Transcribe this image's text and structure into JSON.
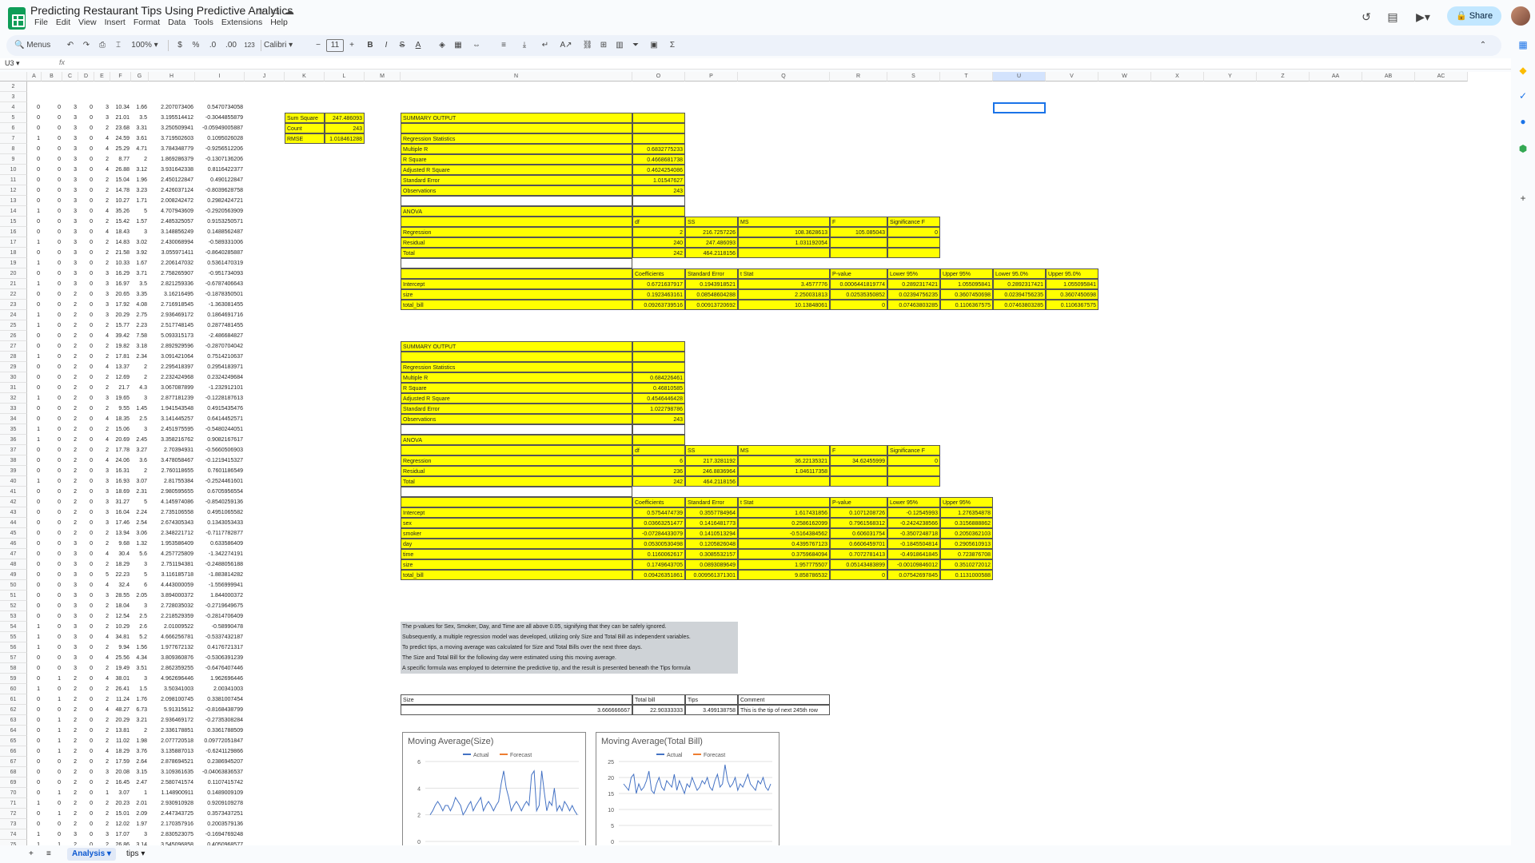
{
  "app": {
    "title": "Predicting Restaurant Tips Using Predictive Analytics",
    "share_label": "Share"
  },
  "menus": [
    "File",
    "Edit",
    "View",
    "Insert",
    "Format",
    "Data",
    "Tools",
    "Extensions",
    "Help"
  ],
  "toolbar": {
    "search_label": "Menus",
    "zoom": "100%",
    "currency": "$",
    "percent": "%",
    "dec_less": ".0",
    "dec_more": ".00",
    "format_123": "123",
    "font": "Calibri",
    "font_size": "11"
  },
  "formula_bar": {
    "cell_ref": "U3",
    "fx": "fx"
  },
  "columns": [
    "A",
    "B",
    "C",
    "D",
    "E",
    "F",
    "G",
    "H",
    "I",
    "J",
    "K",
    "L",
    "M",
    "N",
    "O",
    "P",
    "Q",
    "R",
    "S",
    "T",
    "U",
    "V",
    "W",
    "X",
    "Y",
    "Z",
    "AA",
    "AB",
    "AC"
  ],
  "left_rows": [
    [
      "0",
      "0",
      "3",
      "0",
      "3",
      "10.34",
      "1.66",
      "2.207073406",
      "0.5470734058"
    ],
    [
      "0",
      "0",
      "3",
      "0",
      "3",
      "21.01",
      "3.5",
      "3.195514412",
      "-0.3044855879"
    ],
    [
      "0",
      "0",
      "3",
      "0",
      "2",
      "23.68",
      "3.31",
      "3.250509941",
      "-0.05949005887"
    ],
    [
      "1",
      "0",
      "3",
      "0",
      "4",
      "24.59",
      "3.61",
      "3.719502603",
      "0.1095026028"
    ],
    [
      "0",
      "0",
      "3",
      "0",
      "4",
      "25.29",
      "4.71",
      "3.784348779",
      "-0.9256512206"
    ],
    [
      "0",
      "0",
      "3",
      "0",
      "2",
      "8.77",
      "2",
      "1.869286379",
      "-0.1307136206"
    ],
    [
      "0",
      "0",
      "3",
      "0",
      "4",
      "26.88",
      "3.12",
      "3.931642338",
      "0.8116422377"
    ],
    [
      "0",
      "0",
      "3",
      "0",
      "2",
      "15.04",
      "1.96",
      "2.450122847",
      "0.490122847"
    ],
    [
      "0",
      "0",
      "3",
      "0",
      "2",
      "14.78",
      "3.23",
      "2.426037124",
      "-0.8039628758"
    ],
    [
      "0",
      "0",
      "3",
      "0",
      "2",
      "10.27",
      "1.71",
      "2.008242472",
      "0.2982424721"
    ],
    [
      "1",
      "0",
      "3",
      "0",
      "4",
      "35.26",
      "5",
      "4.707943609",
      "-0.2920563909"
    ],
    [
      "0",
      "0",
      "3",
      "0",
      "2",
      "15.42",
      "1.57",
      "2.485325057",
      "0.9153250571"
    ],
    [
      "0",
      "0",
      "3",
      "0",
      "4",
      "18.43",
      "3",
      "3.148856249",
      "0.1488562487"
    ],
    [
      "1",
      "0",
      "3",
      "0",
      "2",
      "14.83",
      "3.02",
      "2.430068994",
      "-0.589331006"
    ],
    [
      "0",
      "0",
      "3",
      "0",
      "2",
      "21.58",
      "3.92",
      "3.055971411",
      "-0.8640285887"
    ],
    [
      "1",
      "0",
      "3",
      "0",
      "2",
      "10.33",
      "1.67",
      "2.206147032",
      "0.5361470319"
    ],
    [
      "0",
      "0",
      "3",
      "0",
      "3",
      "16.29",
      "3.71",
      "2.758265907",
      "-0.951734093"
    ],
    [
      "1",
      "0",
      "3",
      "0",
      "3",
      "16.97",
      "3.5",
      "2.821259336",
      "-0.6787406643"
    ],
    [
      "0",
      "0",
      "2",
      "0",
      "3",
      "20.65",
      "3.35",
      "3.16216495",
      "-0.1878350501"
    ],
    [
      "0",
      "0",
      "2",
      "0",
      "3",
      "17.92",
      "4.08",
      "2.716918545",
      "-1.363081455"
    ],
    [
      "1",
      "0",
      "2",
      "0",
      "3",
      "20.29",
      "2.75",
      "2.936469172",
      "0.1864691716"
    ],
    [
      "1",
      "0",
      "2",
      "0",
      "2",
      "15.77",
      "2.23",
      "2.517748145",
      "0.2877481455"
    ],
    [
      "0",
      "0",
      "2",
      "0",
      "4",
      "39.42",
      "7.58",
      "5.093315173",
      "-2.486684827"
    ],
    [
      "0",
      "0",
      "2",
      "0",
      "2",
      "19.82",
      "3.18",
      "2.892929596",
      "-0.2870704042"
    ],
    [
      "1",
      "0",
      "2",
      "0",
      "2",
      "17.81",
      "2.34",
      "3.091421064",
      "0.7514210637"
    ],
    [
      "0",
      "0",
      "2",
      "0",
      "4",
      "13.37",
      "2",
      "2.295418397",
      "0.2954183971"
    ],
    [
      "0",
      "0",
      "2",
      "0",
      "2",
      "12.69",
      "2",
      "2.232424968",
      "0.2324249684"
    ],
    [
      "0",
      "0",
      "2",
      "0",
      "2",
      "21.7",
      "4.3",
      "3.067087899",
      "-1.232912101"
    ],
    [
      "1",
      "0",
      "2",
      "0",
      "3",
      "19.65",
      "3",
      "2.877181239",
      "-0.1228187613"
    ],
    [
      "0",
      "0",
      "2",
      "0",
      "2",
      "9.55",
      "1.45",
      "1.941543548",
      "0.4915435476"
    ],
    [
      "0",
      "0",
      "2",
      "0",
      "4",
      "18.35",
      "2.5",
      "3.141445257",
      "0.6414452571"
    ],
    [
      "1",
      "0",
      "2",
      "0",
      "2",
      "15.06",
      "3",
      "2.451975595",
      "-0.5480244051"
    ],
    [
      "1",
      "0",
      "2",
      "0",
      "4",
      "20.69",
      "2.45",
      "3.358216762",
      "0.9082167617"
    ],
    [
      "0",
      "0",
      "2",
      "0",
      "2",
      "17.78",
      "3.27",
      "2.70394931",
      "-0.5660506903"
    ],
    [
      "0",
      "0",
      "2",
      "0",
      "4",
      "24.06",
      "3.6",
      "3.478058467",
      "-0.1219415327"
    ],
    [
      "0",
      "0",
      "2",
      "0",
      "3",
      "16.31",
      "2",
      "2.760118655",
      "0.7601186549"
    ],
    [
      "1",
      "0",
      "2",
      "0",
      "3",
      "16.93",
      "3.07",
      "2.81755384",
      "-0.2524461601"
    ],
    [
      "0",
      "0",
      "2",
      "0",
      "3",
      "18.69",
      "2.31",
      "2.980595655",
      "0.6705956554"
    ],
    [
      "0",
      "0",
      "2",
      "0",
      "3",
      "31.27",
      "5",
      "4.145974086",
      "-0.8540259136"
    ],
    [
      "0",
      "0",
      "2",
      "0",
      "3",
      "16.04",
      "2.24",
      "2.735106558",
      "0.4951065582"
    ],
    [
      "0",
      "0",
      "2",
      "0",
      "3",
      "17.46",
      "2.54",
      "2.674305343",
      "0.1343053433"
    ],
    [
      "0",
      "0",
      "2",
      "0",
      "2",
      "13.94",
      "3.06",
      "2.348221712",
      "-0.7117782877"
    ],
    [
      "0",
      "0",
      "3",
      "0",
      "2",
      "9.68",
      "1.32",
      "1.953586409",
      "0.633586409"
    ],
    [
      "0",
      "0",
      "3",
      "0",
      "4",
      "30.4",
      "5.6",
      "4.257725809",
      "-1.342274191"
    ],
    [
      "0",
      "0",
      "3",
      "0",
      "2",
      "18.29",
      "3",
      "2.751194381",
      "-0.2488056188"
    ],
    [
      "0",
      "0",
      "3",
      "0",
      "5",
      "22.23",
      "5",
      "3.116185718",
      "-1.883814282"
    ],
    [
      "0",
      "0",
      "3",
      "0",
      "4",
      "32.4",
      "6",
      "4.443000059",
      "-1.556999941"
    ],
    [
      "0",
      "0",
      "3",
      "0",
      "3",
      "28.55",
      "2.05",
      "3.894000372",
      "1.844000372"
    ],
    [
      "0",
      "0",
      "3",
      "0",
      "2",
      "18.04",
      "3",
      "2.728035032",
      "-0.2719649675"
    ],
    [
      "0",
      "0",
      "3",
      "0",
      "2",
      "12.54",
      "2.5",
      "2.218529359",
      "-0.2814706409"
    ],
    [
      "1",
      "0",
      "3",
      "0",
      "2",
      "10.29",
      "2.6",
      "2.01009522",
      "-0.58990478"
    ],
    [
      "1",
      "0",
      "3",
      "0",
      "4",
      "34.81",
      "5.2",
      "4.666256781",
      "-0.5337432187"
    ],
    [
      "1",
      "0",
      "3",
      "0",
      "2",
      "9.94",
      "1.56",
      "1.977672132",
      "0.4176721317"
    ],
    [
      "0",
      "0",
      "3",
      "0",
      "4",
      "25.56",
      "4.34",
      "3.809360876",
      "-0.5306391239"
    ],
    [
      "0",
      "0",
      "3",
      "0",
      "2",
      "19.49",
      "3.51",
      "2.862359255",
      "-0.6476407446"
    ],
    [
      "0",
      "1",
      "2",
      "0",
      "4",
      "38.01",
      "3",
      "4.962696446",
      "1.962696446"
    ],
    [
      "1",
      "0",
      "2",
      "0",
      "2",
      "26.41",
      "1.5",
      "3.50341003",
      "2.00341003"
    ],
    [
      "0",
      "1",
      "2",
      "0",
      "2",
      "11.24",
      "1.76",
      "2.098100745",
      "0.3381007454"
    ],
    [
      "0",
      "0",
      "2",
      "0",
      "4",
      "48.27",
      "6.73",
      "5.91315612",
      "-0.8168438799"
    ],
    [
      "0",
      "1",
      "2",
      "0",
      "2",
      "20.29",
      "3.21",
      "2.936469172",
      "-0.2735308284"
    ],
    [
      "0",
      "1",
      "2",
      "0",
      "2",
      "13.81",
      "2",
      "2.336178851",
      "0.3361788509"
    ],
    [
      "0",
      "1",
      "2",
      "0",
      "2",
      "11.02",
      "1.98",
      "2.077720518",
      "0.09772051847"
    ],
    [
      "0",
      "1",
      "2",
      "0",
      "4",
      "18.29",
      "3.76",
      "3.135887013",
      "-0.6241129866"
    ],
    [
      "0",
      "0",
      "2",
      "0",
      "2",
      "17.59",
      "2.64",
      "2.878694521",
      "0.2386945207"
    ],
    [
      "0",
      "0",
      "2",
      "0",
      "3",
      "20.08",
      "3.15",
      "3.109361635",
      "-0.04063836537"
    ],
    [
      "0",
      "0",
      "2",
      "0",
      "2",
      "16.45",
      "2.47",
      "2.580741574",
      "0.1107415742"
    ],
    [
      "0",
      "1",
      "2",
      "0",
      "1",
      "3.07",
      "1",
      "1.148900911",
      "0.1489009109"
    ],
    [
      "1",
      "0",
      "2",
      "0",
      "2",
      "20.23",
      "2.01",
      "2.930910928",
      "0.9209109278"
    ],
    [
      "0",
      "1",
      "2",
      "0",
      "2",
      "15.01",
      "2.09",
      "2.447343725",
      "0.3573437251"
    ],
    [
      "0",
      "0",
      "2",
      "0",
      "2",
      "12.02",
      "1.97",
      "2.170357916",
      "0.2003579136"
    ],
    [
      "1",
      "0",
      "3",
      "0",
      "3",
      "17.07",
      "3",
      "2.830523075",
      "-0.1694769248"
    ],
    [
      "1",
      "1",
      "2",
      "0",
      "2",
      "26.86",
      "3.14",
      "3.545096858",
      "0.4050968577"
    ]
  ],
  "stats": {
    "labels": [
      "Sum Square",
      "Count",
      "RMSE"
    ],
    "values": [
      "247.486093",
      "243",
      "1.018461288"
    ]
  },
  "model1": {
    "summary": "SUMMARY OUTPUT",
    "reg_stats_title": "Regression Statistics",
    "reg_stats": [
      [
        "Multiple R",
        "0.6832775233"
      ],
      [
        "R Square",
        "0.4668681738"
      ],
      [
        "Adjusted R Square",
        "0.4624254086"
      ],
      [
        "Standard Error",
        "1.01547627"
      ],
      [
        "Observations",
        "243"
      ]
    ],
    "anova_title": "ANOVA",
    "anova_header": [
      "df",
      "SS",
      "MS",
      "F",
      "Significance F"
    ],
    "anova": [
      [
        "Regression",
        "2",
        "216.7257226",
        "108.3628613",
        "105.085043",
        "0"
      ],
      [
        "Residual",
        "240",
        "247.486093",
        "1.031192054",
        "",
        ""
      ],
      [
        "Total",
        "242",
        "464.2118156",
        "",
        "",
        ""
      ]
    ],
    "coef_header": [
      "Coefficients",
      "Standard Error",
      "t Stat",
      "P-value",
      "Lower 95%",
      "Upper 95%",
      "Lower 95.0%",
      "Upper 95.0%"
    ],
    "coef": [
      [
        "Intercept",
        "0.6721637917",
        "0.1943918521",
        "3.4577776",
        "0.0006441819774",
        "0.2892317421",
        "1.055095841",
        "0.2892317421",
        "1.055095841"
      ],
      [
        "size",
        "0.1923463161",
        "0.08548604288",
        "2.250031813",
        "0.02535350852",
        "0.02394756235",
        "0.3607450698",
        "0.02394756235",
        "0.3607450698"
      ],
      [
        "total_bill",
        "0.09263739516",
        "0.00913720692",
        "10.13848061",
        "0",
        "0.07463803285",
        "0.1106367575",
        "0.07463803285",
        "0.1106367575"
      ]
    ]
  },
  "model2": {
    "summary": "SUMMARY OUTPUT",
    "reg_stats_title": "Regression Statistics",
    "reg_stats": [
      [
        "Multiple R",
        "0.684226461"
      ],
      [
        "R Square",
        "0.46810585"
      ],
      [
        "Adjusted R Square",
        "0.4546446428"
      ],
      [
        "Standard Error",
        "1.022798786"
      ],
      [
        "Observations",
        "243"
      ]
    ],
    "anova_title": "ANOVA",
    "anova_header": [
      "df",
      "SS",
      "MS",
      "F",
      "Significance F"
    ],
    "anova": [
      [
        "Regression",
        "6",
        "217.3281192",
        "36.22135321",
        "34.62455999",
        "0"
      ],
      [
        "Residual",
        "236",
        "246.8836964",
        "1.046117358",
        "",
        ""
      ],
      [
        "Total",
        "242",
        "464.2118156",
        "",
        "",
        ""
      ]
    ],
    "coef_header": [
      "Coefficients",
      "Standard Error",
      "t Stat",
      "P-value",
      "Lower 95%",
      "Upper 95%"
    ],
    "coef": [
      [
        "Intercept",
        "0.5754474739",
        "0.3557784964",
        "1.617431856",
        "0.1071208726",
        "-0.12545993",
        "1.276354878"
      ],
      [
        "sex",
        "0.03663251477",
        "0.1416481773",
        "0.2586162099",
        "0.7961568312",
        "-0.2424238566",
        "0.3156888862"
      ],
      [
        "smoker",
        "-0.07284433079",
        "0.1410513294",
        "-0.5164384562",
        "0.606031754",
        "-0.3507248718",
        "0.2050362103"
      ],
      [
        "day",
        "0.05300530498",
        "0.1205826048",
        "0.4395767123",
        "0.6606459701",
        "-0.1845504814",
        "0.2905610913"
      ],
      [
        "time",
        "0.1160062617",
        "0.3085532157",
        "0.3759684094",
        "0.7072781413",
        "-0.4918641845",
        "0.723876708"
      ],
      [
        "size",
        "0.1749643705",
        "0.0893089649",
        "1.957775507",
        "0.05143483899",
        "-0.00109846012",
        "0.3510272012"
      ],
      [
        "total_bill",
        "0.09426351861",
        "0.009561371301",
        "9.858786532",
        "0",
        "0.07542697845",
        "0.1131000588"
      ]
    ]
  },
  "notes": [
    "The p-values for Sex, Smoker, Day, and Time are all above 0.05, signifying that they can be safely ignored.",
    "Subsequently, a multiple regression model was developed, utilizing only Size and Total Bill as independent variables.",
    "To predict tips, a moving average was calculated for Size and Total Bills over the next three days.",
    "The Size and Total Bill for the following day were estimated using this moving average.",
    "A specific formula was employed to determine the predictive tip, and the result is presented beneath the Tips formula"
  ],
  "prediction": {
    "headers": [
      "Size",
      "Total bill",
      "Tips",
      "Comment"
    ],
    "values": [
      "3.666666667",
      "22.90333333",
      "3.499138758",
      "This is the tip of next 245th row"
    ]
  },
  "charts": [
    {
      "title": "Moving Average(Size)",
      "legend": [
        "Actual",
        "Forecast"
      ],
      "y_ticks": [
        "6",
        "4",
        "2",
        "0"
      ],
      "ylim": [
        0,
        6
      ],
      "colors": [
        "#4472c4",
        "#ed7d31"
      ]
    },
    {
      "title": "Moving Average(Total Bill)",
      "legend": [
        "Actual",
        "Forecast"
      ],
      "y_ticks": [
        "25",
        "20",
        "15",
        "10",
        "5",
        "0"
      ],
      "ylim": [
        0,
        25
      ],
      "colors": [
        "#4472c4",
        "#ed7d31"
      ]
    }
  ],
  "chart_data": [
    {
      "type": "line",
      "title": "Moving Average(Size)",
      "series": [
        {
          "name": "Actual",
          "values": [
            2,
            2.3,
            2.7,
            3,
            2.7,
            2.3,
            2.7,
            2.7,
            2.3,
            2.7,
            3.3,
            3,
            2.7,
            2,
            2.3,
            2.7,
            3,
            2.3,
            2.7,
            3,
            3.3,
            2.3,
            2.7,
            3,
            2.7,
            2.3,
            2.7,
            3,
            4.3,
            5.3,
            4,
            3.3,
            2.3,
            2.7,
            3,
            2.7,
            2.3,
            2.7,
            3,
            2.7,
            5,
            5.3,
            2.3,
            2.7,
            5.3,
            3.7,
            2.3,
            3,
            2.7,
            4,
            2.3,
            2.7,
            2.3,
            3,
            2.7,
            2.3,
            2.7,
            2.3,
            2
          ]
        },
        {
          "name": "Forecast",
          "values": []
        }
      ],
      "ylim": [
        0,
        6
      ]
    },
    {
      "type": "line",
      "title": "Moving Average(Total Bill)",
      "series": [
        {
          "name": "Actual",
          "values": [
            18,
            17,
            16,
            20,
            21,
            15,
            18,
            16,
            17,
            19,
            22,
            16,
            15,
            18,
            20,
            17,
            16,
            19,
            18,
            17,
            21,
            16,
            19,
            17,
            15,
            18,
            17,
            20,
            18,
            16,
            17,
            19,
            18,
            20,
            17,
            16,
            19,
            21,
            17,
            18,
            24,
            19,
            17,
            18,
            20,
            16,
            18,
            17,
            19,
            21,
            18,
            17,
            16,
            19,
            18,
            20,
            17,
            16,
            18
          ]
        },
        {
          "name": "Forecast",
          "values": []
        }
      ],
      "ylim": [
        0,
        25
      ]
    }
  ],
  "sheets": [
    "Analysis",
    "tips"
  ]
}
